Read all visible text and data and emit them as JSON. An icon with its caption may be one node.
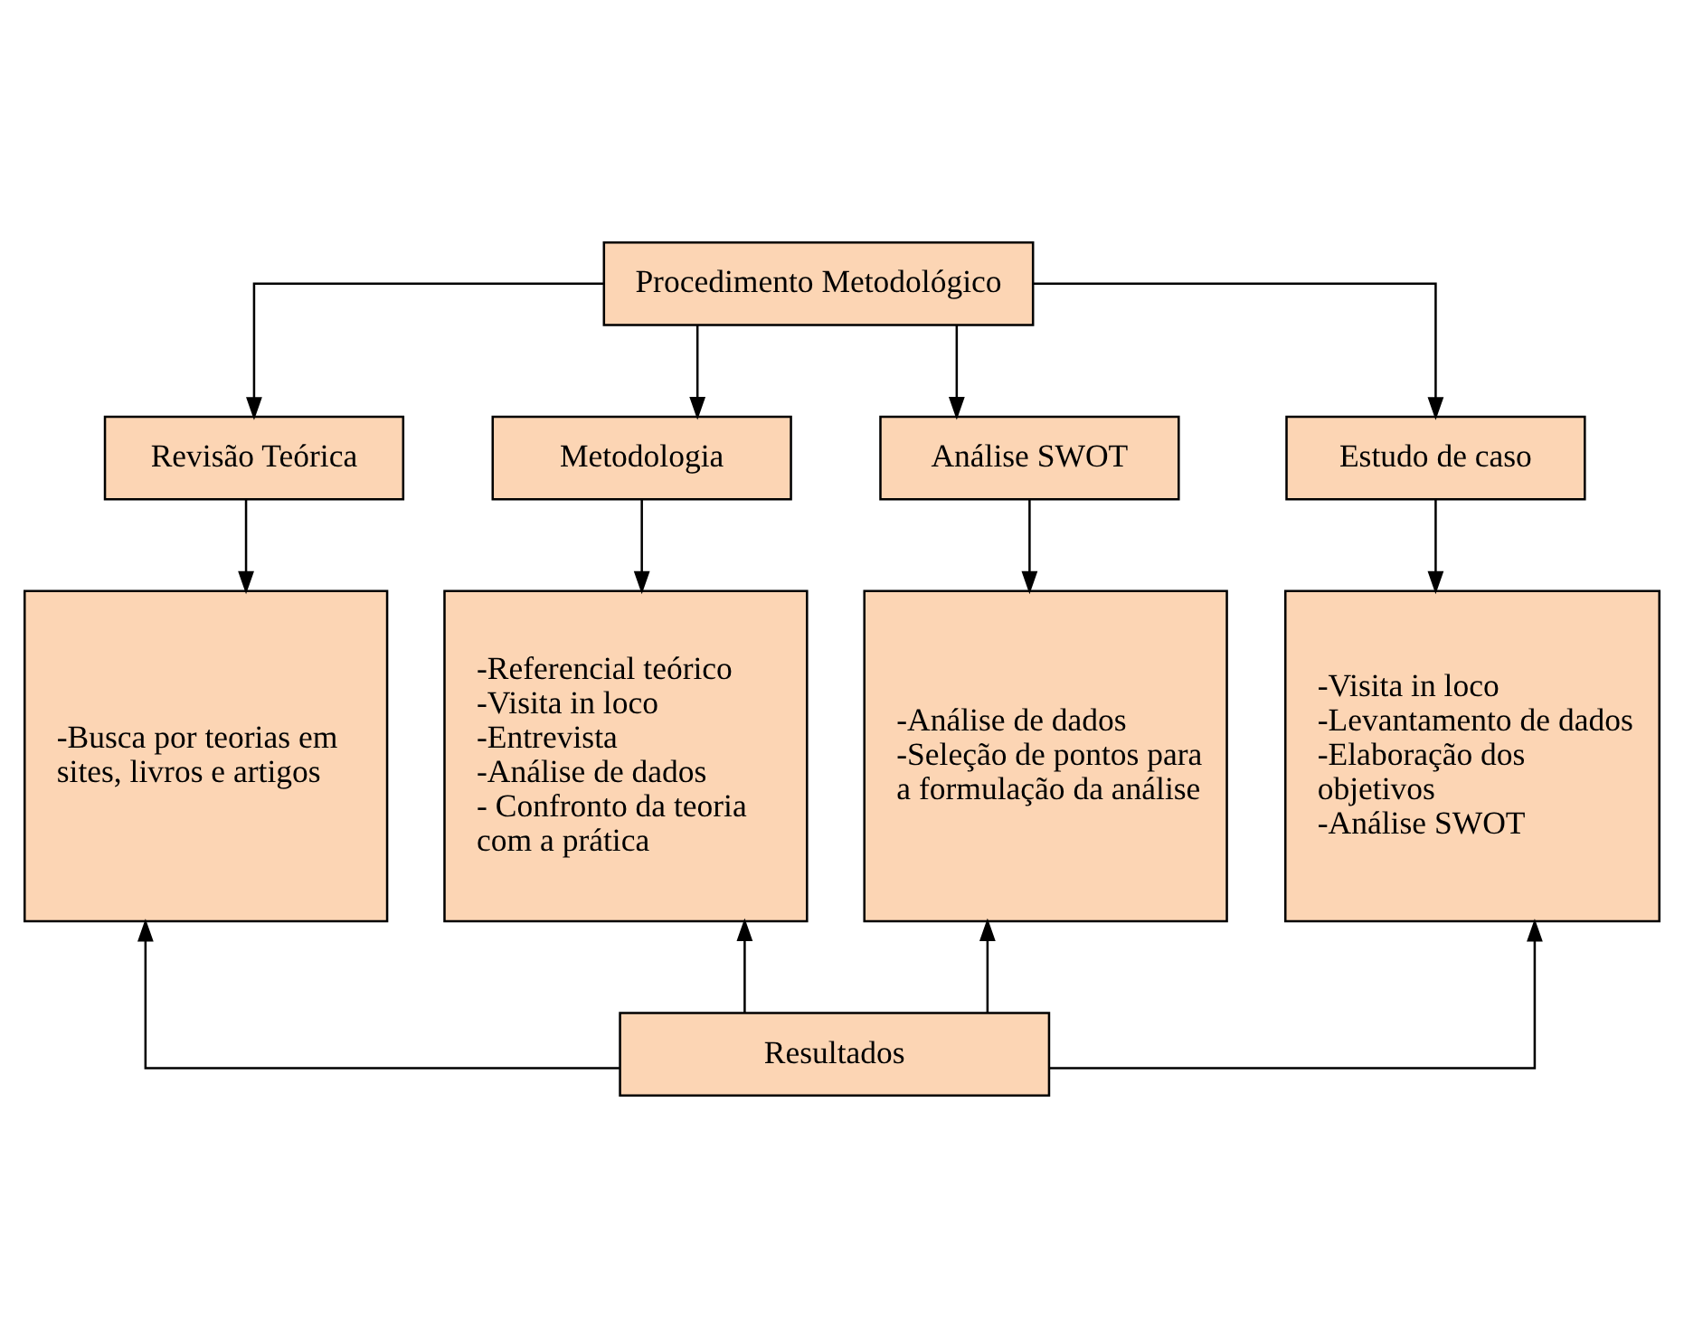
{
  "diagram": {
    "nodes": [
      {
        "text": [
          "Procedimento Metodológico"
        ]
      },
      {
        "text": [
          "Revisão Teórica"
        ]
      },
      {
        "text": [
          "Metodologia"
        ]
      },
      {
        "text": [
          "Análise SWOT"
        ]
      },
      {
        "text": [
          "Estudo de caso"
        ]
      },
      {
        "text": [
          "-Busca por teorias em sites, livros e artigos"
        ]
      },
      {
        "text": [
          "-Referencial teórico",
          "-Visita in loco",
          "-Entrevista",
          "-Análise de dados",
          "- Confronto da teoria com a prática"
        ]
      },
      {
        "text": [
          "-Análise de dados",
          "-Seleção de pontos para a formulação da análise"
        ]
      },
      {
        "text": [
          "-Visita in loco",
          "-Levantamento de dados",
          "-Elaboração dos objetivos",
          "-Análise SWOT"
        ]
      },
      {
        "text": [
          "Resultados"
        ]
      }
    ],
    "edges": [
      {
        "from": 0,
        "to": 1,
        "arrow": "to"
      },
      {
        "from": 0,
        "to": 2,
        "arrow": "to"
      },
      {
        "from": 0,
        "to": 3,
        "arrow": "to"
      },
      {
        "from": 0,
        "to": 4,
        "arrow": "to"
      },
      {
        "from": 1,
        "to": 5,
        "arrow": "to"
      },
      {
        "from": 2,
        "to": 6,
        "arrow": "to"
      },
      {
        "from": 3,
        "to": 7,
        "arrow": "to"
      },
      {
        "from": 4,
        "to": 8,
        "arrow": "to"
      },
      {
        "from": 9,
        "to": 5,
        "arrow": "to"
      },
      {
        "from": 9,
        "to": 6,
        "arrow": "to"
      },
      {
        "from": 9,
        "to": 7,
        "arrow": "to"
      },
      {
        "from": 9,
        "to": 8,
        "arrow": "to"
      }
    ]
  }
}
